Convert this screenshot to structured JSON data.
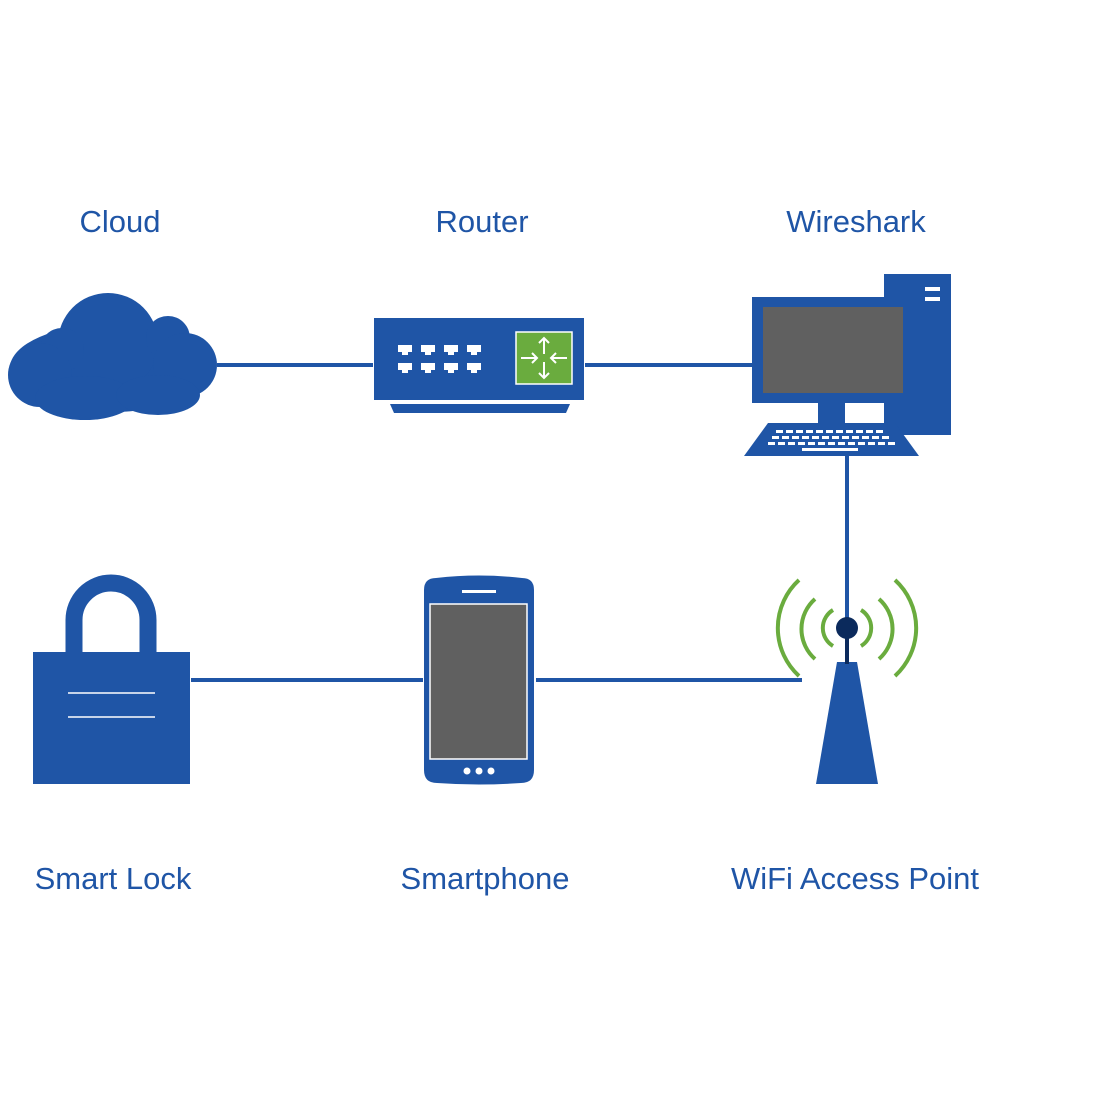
{
  "nodes": {
    "cloud": {
      "label": "Cloud",
      "icon": "cloud-icon"
    },
    "router": {
      "label": "Router",
      "icon": "router-icon"
    },
    "wireshark": {
      "label": "Wireshark",
      "icon": "desktop-computer-icon"
    },
    "smart_lock": {
      "label": "Smart Lock",
      "icon": "padlock-icon"
    },
    "smartphone": {
      "label": "Smartphone",
      "icon": "smartphone-icon"
    },
    "wifi_ap": {
      "label": "WiFi Access Point",
      "icon": "wifi-antenna-icon"
    }
  },
  "connections": [
    [
      "cloud",
      "router"
    ],
    [
      "router",
      "wireshark"
    ],
    [
      "wireshark",
      "wifi_ap"
    ],
    [
      "wifi_ap",
      "smartphone"
    ],
    [
      "smartphone",
      "smart_lock"
    ]
  ],
  "colors": {
    "primary_blue": "#1f55a6",
    "screen_gray": "#606060",
    "accent_green": "#6aac3e",
    "dark_navy": "#0b2a5c",
    "background": "#ffffff"
  }
}
